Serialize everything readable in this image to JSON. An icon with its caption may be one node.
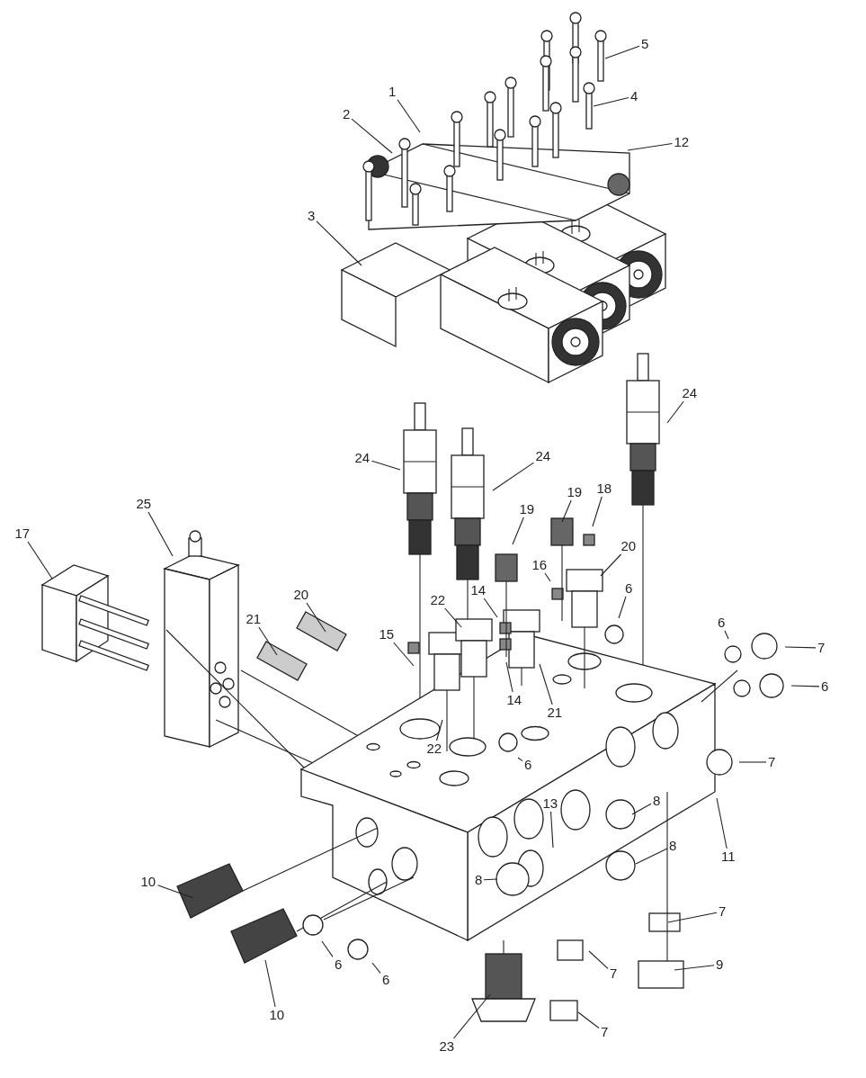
{
  "diagram": {
    "nodes": [
      {
        "text": [
          "5"
        ]
      },
      {
        "text": [
          "1"
        ]
      },
      {
        "text": [
          "4"
        ]
      },
      {
        "text": [
          "2"
        ]
      },
      {
        "text": [
          "12"
        ]
      },
      {
        "text": [
          "3"
        ]
      },
      {
        "text": [
          "24"
        ]
      },
      {
        "text": [
          "24"
        ]
      },
      {
        "text": [
          "24"
        ]
      },
      {
        "text": [
          "18"
        ]
      },
      {
        "text": [
          "19"
        ]
      },
      {
        "text": [
          "25"
        ]
      },
      {
        "text": [
          "19"
        ]
      },
      {
        "text": [
          "17"
        ]
      },
      {
        "text": [
          "20"
        ]
      },
      {
        "text": [
          "16"
        ]
      },
      {
        "text": [
          "6"
        ]
      },
      {
        "text": [
          "20"
        ]
      },
      {
        "text": [
          "22"
        ]
      },
      {
        "text": [
          "14"
        ]
      },
      {
        "text": [
          "21"
        ]
      },
      {
        "text": [
          "6"
        ]
      },
      {
        "text": [
          "15"
        ]
      },
      {
        "text": [
          "7"
        ]
      },
      {
        "text": [
          "6"
        ]
      },
      {
        "text": [
          "14"
        ]
      },
      {
        "text": [
          "21"
        ]
      },
      {
        "text": [
          "22"
        ]
      },
      {
        "text": [
          "7"
        ]
      },
      {
        "text": [
          "6"
        ]
      },
      {
        "text": [
          "8"
        ]
      },
      {
        "text": [
          "13"
        ]
      },
      {
        "text": [
          "8"
        ]
      },
      {
        "text": [
          "11"
        ]
      },
      {
        "text": [
          "8"
        ]
      },
      {
        "text": [
          "10"
        ]
      },
      {
        "text": [
          "7"
        ]
      },
      {
        "text": [
          "6"
        ]
      },
      {
        "text": [
          "9"
        ]
      },
      {
        "text": [
          "7"
        ]
      },
      {
        "text": [
          "6"
        ]
      },
      {
        "text": [
          "10"
        ]
      },
      {
        "text": [
          "7"
        ]
      },
      {
        "text": [
          "23"
        ]
      }
    ],
    "edges": [
      {
        "from": 0,
        "to": null,
        "arrow": "none"
      },
      {
        "from": 1,
        "to": null,
        "arrow": "none"
      },
      {
        "from": 2,
        "to": null,
        "arrow": "none"
      },
      {
        "from": 3,
        "to": null,
        "arrow": "none"
      },
      {
        "from": 4,
        "to": null,
        "arrow": "none"
      },
      {
        "from": 5,
        "to": null,
        "arrow": "none"
      },
      {
        "from": 6,
        "to": null,
        "arrow": "none"
      },
      {
        "from": 7,
        "to": null,
        "arrow": "none"
      },
      {
        "from": 8,
        "to": null,
        "arrow": "none"
      },
      {
        "from": 9,
        "to": null,
        "arrow": "none"
      },
      {
        "from": 10,
        "to": null,
        "arrow": "none"
      },
      {
        "from": 11,
        "to": null,
        "arrow": "none"
      },
      {
        "from": 12,
        "to": null,
        "arrow": "none"
      },
      {
        "from": 13,
        "to": null,
        "arrow": "none"
      },
      {
        "from": 14,
        "to": null,
        "arrow": "none"
      },
      {
        "from": 15,
        "to": null,
        "arrow": "none"
      },
      {
        "from": 16,
        "to": null,
        "arrow": "none"
      },
      {
        "from": 17,
        "to": null,
        "arrow": "none"
      },
      {
        "from": 18,
        "to": null,
        "arrow": "none"
      },
      {
        "from": 19,
        "to": null,
        "arrow": "none"
      },
      {
        "from": 20,
        "to": null,
        "arrow": "none"
      },
      {
        "from": 21,
        "to": null,
        "arrow": "none"
      },
      {
        "from": 22,
        "to": null,
        "arrow": "none"
      },
      {
        "from": 23,
        "to": null,
        "arrow": "none"
      },
      {
        "from": 24,
        "to": null,
        "arrow": "none"
      },
      {
        "from": 25,
        "to": null,
        "arrow": "none"
      },
      {
        "from": 26,
        "to": null,
        "arrow": "none"
      },
      {
        "from": 27,
        "to": null,
        "arrow": "none"
      },
      {
        "from": 28,
        "to": null,
        "arrow": "none"
      },
      {
        "from": 29,
        "to": null,
        "arrow": "none"
      },
      {
        "from": 30,
        "to": null,
        "arrow": "none"
      },
      {
        "from": 31,
        "to": null,
        "arrow": "none"
      },
      {
        "from": 32,
        "to": null,
        "arrow": "none"
      },
      {
        "from": 33,
        "to": null,
        "arrow": "none"
      },
      {
        "from": 34,
        "to": null,
        "arrow": "none"
      },
      {
        "from": 35,
        "to": null,
        "arrow": "none"
      },
      {
        "from": 36,
        "to": null,
        "arrow": "none"
      },
      {
        "from": 37,
        "to": null,
        "arrow": "none"
      },
      {
        "from": 38,
        "to": null,
        "arrow": "none"
      },
      {
        "from": 39,
        "to": null,
        "arrow": "none"
      },
      {
        "from": 40,
        "to": null,
        "arrow": "none"
      },
      {
        "from": 41,
        "to": null,
        "arrow": "none"
      },
      {
        "from": 42,
        "to": null,
        "arrow": "none"
      },
      {
        "from": 43,
        "to": null,
        "arrow": "none"
      }
    ]
  }
}
